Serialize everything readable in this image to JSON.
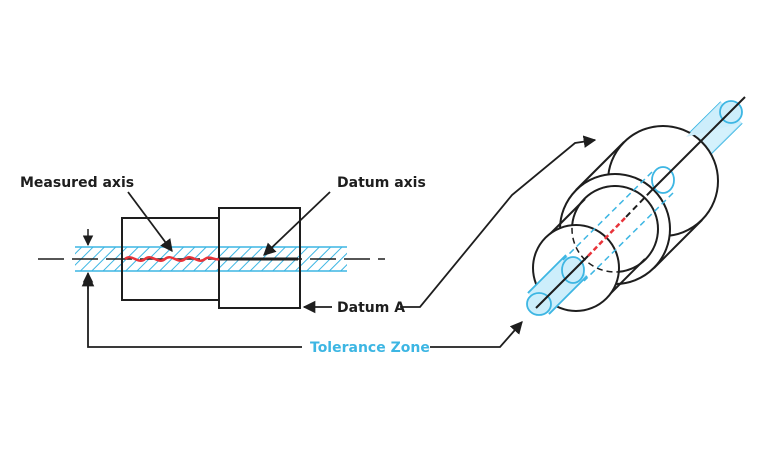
{
  "labels": {
    "measured_axis": "Measured axis",
    "datum_axis": "Datum axis",
    "datum_a": "Datum A",
    "tolerance_zone": "Tolerance Zone"
  },
  "colors": {
    "outline": "#1e1e1e",
    "tolerance_blue": "#3db6e3",
    "tolerance_fill": "#cdeefb",
    "measured_red": "#e8333a"
  }
}
